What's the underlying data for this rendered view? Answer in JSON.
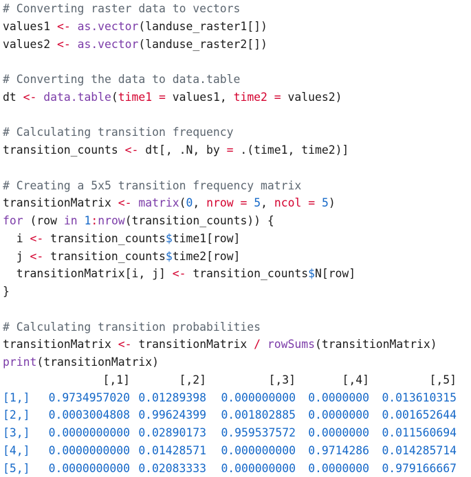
{
  "code_lines": [
    [
      {
        "t": "# Converting raster data to vectors",
        "c": "cm"
      }
    ],
    [
      {
        "t": "values1 ",
        "c": "pl"
      },
      {
        "t": "<-",
        "c": "op"
      },
      {
        "t": " ",
        "c": "pl"
      },
      {
        "t": "as.vector",
        "c": "fn"
      },
      {
        "t": "(landuse_raster1[])",
        "c": "pl"
      }
    ],
    [
      {
        "t": "values2 ",
        "c": "pl"
      },
      {
        "t": "<-",
        "c": "op"
      },
      {
        "t": " ",
        "c": "pl"
      },
      {
        "t": "as.vector",
        "c": "fn"
      },
      {
        "t": "(landuse_raster2[])",
        "c": "pl"
      }
    ],
    [],
    [
      {
        "t": "# Converting the data to data.table",
        "c": "cm"
      }
    ],
    [
      {
        "t": "dt ",
        "c": "pl"
      },
      {
        "t": "<-",
        "c": "op"
      },
      {
        "t": " ",
        "c": "pl"
      },
      {
        "t": "data.table",
        "c": "fn"
      },
      {
        "t": "(",
        "c": "pl"
      },
      {
        "t": "time1",
        "c": "ar"
      },
      {
        "t": " ",
        "c": "pl"
      },
      {
        "t": "=",
        "c": "op"
      },
      {
        "t": " values1, ",
        "c": "pl"
      },
      {
        "t": "time2",
        "c": "ar"
      },
      {
        "t": " ",
        "c": "pl"
      },
      {
        "t": "=",
        "c": "op"
      },
      {
        "t": " values2)",
        "c": "pl"
      }
    ],
    [],
    [
      {
        "t": "# Calculating transition frequency",
        "c": "cm"
      }
    ],
    [
      {
        "t": "transition_counts ",
        "c": "pl"
      },
      {
        "t": "<-",
        "c": "op"
      },
      {
        "t": " dt[, .N, by ",
        "c": "pl"
      },
      {
        "t": "=",
        "c": "op"
      },
      {
        "t": " .(time1, time2)]",
        "c": "pl"
      }
    ],
    [],
    [
      {
        "t": "# Creating a 5x5 transition frequency matrix",
        "c": "cm"
      }
    ],
    [
      {
        "t": "transitionMatrix ",
        "c": "pl"
      },
      {
        "t": "<-",
        "c": "op"
      },
      {
        "t": " ",
        "c": "pl"
      },
      {
        "t": "matrix",
        "c": "fn"
      },
      {
        "t": "(",
        "c": "pl"
      },
      {
        "t": "0",
        "c": "num"
      },
      {
        "t": ", ",
        "c": "pl"
      },
      {
        "t": "nrow",
        "c": "ar"
      },
      {
        "t": " ",
        "c": "pl"
      },
      {
        "t": "=",
        "c": "op"
      },
      {
        "t": " ",
        "c": "pl"
      },
      {
        "t": "5",
        "c": "num"
      },
      {
        "t": ", ",
        "c": "pl"
      },
      {
        "t": "ncol",
        "c": "ar"
      },
      {
        "t": " ",
        "c": "pl"
      },
      {
        "t": "=",
        "c": "op"
      },
      {
        "t": " ",
        "c": "pl"
      },
      {
        "t": "5",
        "c": "num"
      },
      {
        "t": ")",
        "c": "pl"
      }
    ],
    [
      {
        "t": "for",
        "c": "kw"
      },
      {
        "t": " (row ",
        "c": "pl"
      },
      {
        "t": "in",
        "c": "kw"
      },
      {
        "t": " ",
        "c": "pl"
      },
      {
        "t": "1",
        "c": "num"
      },
      {
        "t": ":",
        "c": "op"
      },
      {
        "t": "nrow",
        "c": "fn"
      },
      {
        "t": "(transition_counts)) {",
        "c": "pl"
      }
    ],
    [
      {
        "t": "  i ",
        "c": "pl"
      },
      {
        "t": "<-",
        "c": "op"
      },
      {
        "t": " transition_counts",
        "c": "pl"
      },
      {
        "t": "$",
        "c": "dl"
      },
      {
        "t": "time1[row]",
        "c": "pl"
      }
    ],
    [
      {
        "t": "  j ",
        "c": "pl"
      },
      {
        "t": "<-",
        "c": "op"
      },
      {
        "t": " transition_counts",
        "c": "pl"
      },
      {
        "t": "$",
        "c": "dl"
      },
      {
        "t": "time2[row]",
        "c": "pl"
      }
    ],
    [
      {
        "t": "  transitionMatrix[i, j] ",
        "c": "pl"
      },
      {
        "t": "<-",
        "c": "op"
      },
      {
        "t": " transition_counts",
        "c": "pl"
      },
      {
        "t": "$",
        "c": "dl"
      },
      {
        "t": "N[row]",
        "c": "pl"
      }
    ],
    [
      {
        "t": "}",
        "c": "pl"
      }
    ],
    [],
    [
      {
        "t": "# Calculating transition probabilities",
        "c": "cm"
      }
    ],
    [
      {
        "t": "transitionMatrix ",
        "c": "pl"
      },
      {
        "t": "<-",
        "c": "op"
      },
      {
        "t": " transitionMatrix ",
        "c": "pl"
      },
      {
        "t": "/",
        "c": "op"
      },
      {
        "t": " ",
        "c": "pl"
      },
      {
        "t": "rowSums",
        "c": "fn"
      },
      {
        "t": "(transitionMatrix)",
        "c": "pl"
      }
    ],
    [
      {
        "t": "print",
        "c": "fn"
      },
      {
        "t": "(transitionMatrix)",
        "c": "pl"
      }
    ]
  ],
  "output": {
    "column_headers": [
      "[,1]",
      "[,2]",
      "[,3]",
      "[,4]",
      "[,5]"
    ],
    "rows": [
      {
        "label": "[1,]",
        "values": [
          "0.9734957020",
          "0.01289398",
          "0.000000000",
          "0.0000000",
          "0.013610315"
        ]
      },
      {
        "label": "[2,]",
        "values": [
          "0.0003004808",
          "0.99624399",
          "0.001802885",
          "0.0000000",
          "0.001652644"
        ]
      },
      {
        "label": "[3,]",
        "values": [
          "0.0000000000",
          "0.02890173",
          "0.959537572",
          "0.0000000",
          "0.011560694"
        ]
      },
      {
        "label": "[4,]",
        "values": [
          "0.0000000000",
          "0.01428571",
          "0.000000000",
          "0.9714286",
          "0.014285714"
        ]
      },
      {
        "label": "[5,]",
        "values": [
          "0.0000000000",
          "0.02083333",
          "0.000000000",
          "0.0000000",
          "0.979166667"
        ]
      }
    ]
  }
}
